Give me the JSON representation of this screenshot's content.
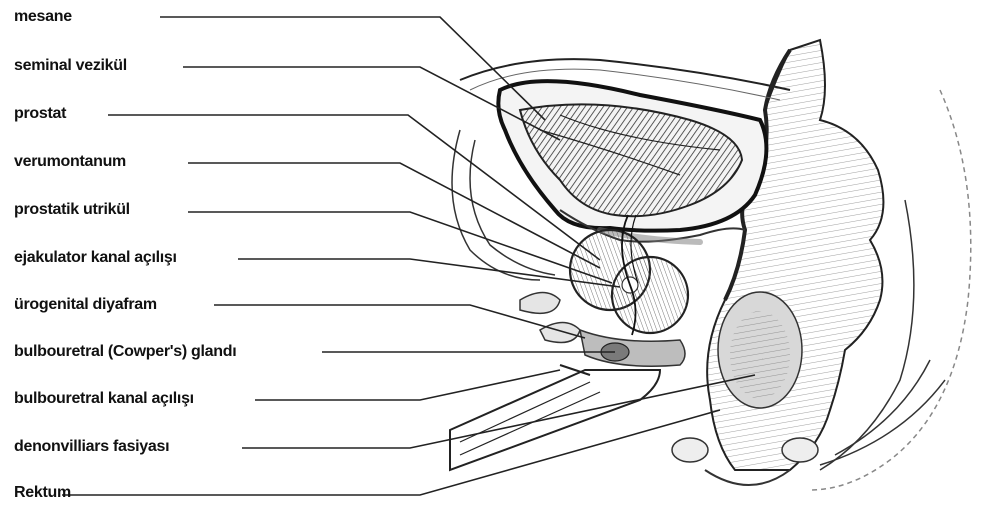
{
  "labels": [
    "mesane",
    "seminal vezikül",
    "prostat",
    "verumontanum",
    "prostatik utrikül",
    "ejakulator kanal açılışı",
    "ürogenital diyafram",
    "bulbouretral (Cowper's) glandı",
    "bulbouretral kanal açılışı",
    "denonvilliars fasiyası",
    "Rektum"
  ]
}
